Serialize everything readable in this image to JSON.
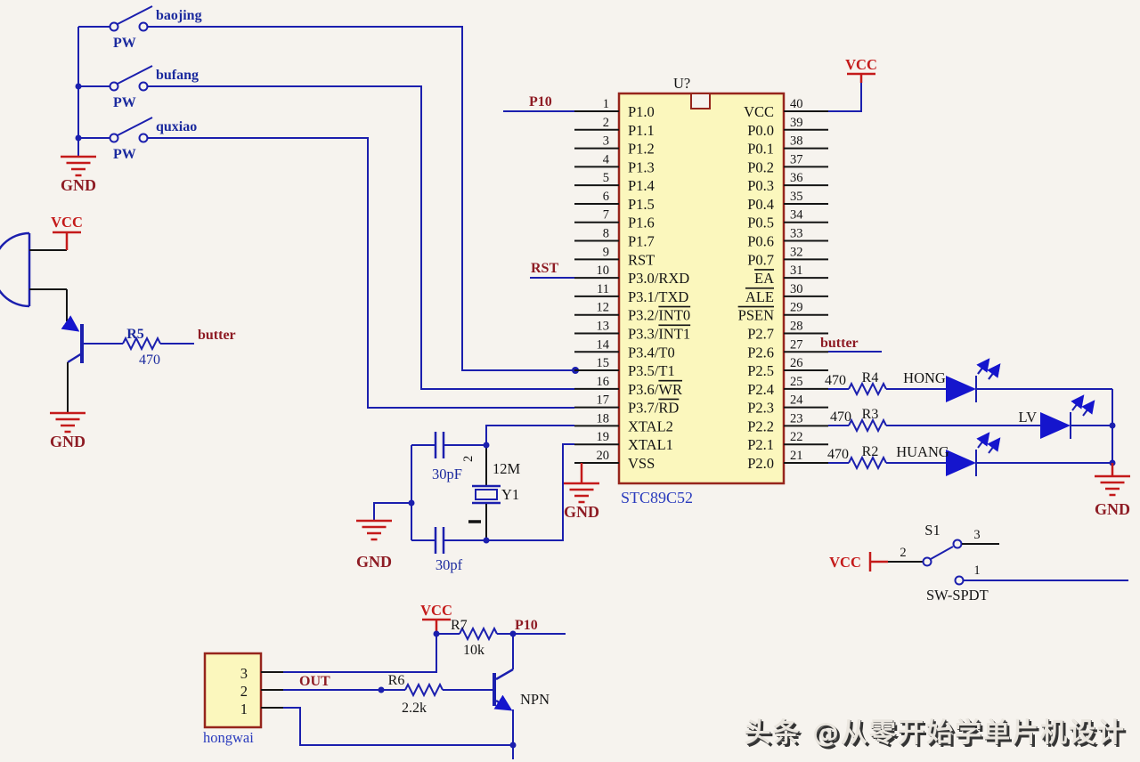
{
  "colors": {
    "wire": "#1b1fae",
    "component_body": "#fbf7bd",
    "body_border": "#96251c",
    "power_red": "#c41a1a",
    "net_label": "#8e1c24"
  },
  "ic": {
    "designator": "U?",
    "part_number": "STC89C52",
    "left_pins": [
      {
        "num": "1",
        "name": "P1.0"
      },
      {
        "num": "2",
        "name": "P1.1"
      },
      {
        "num": "3",
        "name": "P1.2"
      },
      {
        "num": "4",
        "name": "P1.3"
      },
      {
        "num": "5",
        "name": "P1.4"
      },
      {
        "num": "6",
        "name": "P1.5"
      },
      {
        "num": "7",
        "name": "P1.6"
      },
      {
        "num": "8",
        "name": "P1.7"
      },
      {
        "num": "9",
        "name": "RST"
      },
      {
        "num": "10",
        "name": "P3.0/RXD"
      },
      {
        "num": "11",
        "name": "P3.1/TXD"
      },
      {
        "num": "12",
        "name": "P3.2/",
        "ov": "INT0"
      },
      {
        "num": "13",
        "name": "P3.3/",
        "ov": "INT1"
      },
      {
        "num": "14",
        "name": "P3.4/T0"
      },
      {
        "num": "15",
        "name": "P3.5/T1"
      },
      {
        "num": "16",
        "name": "P3.6/",
        "ov": "WR"
      },
      {
        "num": "17",
        "name": "P3.7/",
        "ov": "RD"
      },
      {
        "num": "18",
        "name": "XTAL2"
      },
      {
        "num": "19",
        "name": "XTAL1"
      },
      {
        "num": "20",
        "name": "VSS"
      }
    ],
    "right_pins": [
      {
        "num": "40",
        "name": "VCC"
      },
      {
        "num": "39",
        "name": "P0.0"
      },
      {
        "num": "38",
        "name": "P0.1"
      },
      {
        "num": "37",
        "name": "P0.2"
      },
      {
        "num": "36",
        "name": "P0.3"
      },
      {
        "num": "35",
        "name": "P0.4"
      },
      {
        "num": "34",
        "name": "P0.5"
      },
      {
        "num": "33",
        "name": "P0.6"
      },
      {
        "num": "32",
        "name": "P0.7"
      },
      {
        "num": "31",
        "name": "",
        "ov": "EA"
      },
      {
        "num": "30",
        "name": "",
        "ov": "ALE"
      },
      {
        "num": "29",
        "name": "",
        "ov": "PSEN"
      },
      {
        "num": "28",
        "name": "P2.7"
      },
      {
        "num": "27",
        "name": "P2.6"
      },
      {
        "num": "26",
        "name": "P2.5"
      },
      {
        "num": "25",
        "name": "P2.4"
      },
      {
        "num": "24",
        "name": "P2.3"
      },
      {
        "num": "23",
        "name": "P2.2"
      },
      {
        "num": "22",
        "name": "P2.1"
      },
      {
        "num": "21",
        "name": "P2.0"
      }
    ]
  },
  "nets": {
    "p10": "P10",
    "rst": "RST",
    "butter": "butter",
    "out": "OUT"
  },
  "power": {
    "vcc": "VCC",
    "gnd": "GND"
  },
  "switch_bank": {
    "switches": [
      {
        "net": "baojing",
        "designator": "PW"
      },
      {
        "net": "bufang",
        "designator": "PW"
      },
      {
        "net": "quxiao",
        "designator": "PW"
      }
    ]
  },
  "buzzer_circuit": {
    "resistor": {
      "designator": "R5",
      "value": "470"
    }
  },
  "led_circuit": {
    "rows": [
      {
        "resistor": "R4",
        "value": "470",
        "led": "HONG"
      },
      {
        "resistor": "R3",
        "value": "470",
        "led": "LV"
      },
      {
        "resistor": "R2",
        "value": "470",
        "led": "HUANG"
      }
    ]
  },
  "crystal_circuit": {
    "designator": "Y1",
    "frequency": "12M",
    "pin2": "2",
    "cap_top": "30pF",
    "cap_bottom": "30pf"
  },
  "spdt_switch": {
    "designator": "S1",
    "part": "SW-SPDT",
    "pin2": "2",
    "pin3": "3",
    "pin1": "1"
  },
  "ir_circuit": {
    "connector": {
      "designator": "hongwai",
      "pin3": "3",
      "pin2": "2",
      "pin1": "1"
    },
    "r6": {
      "designator": "R6",
      "value": "2.2k"
    },
    "r7": {
      "designator": "R7",
      "value": "10k"
    },
    "transistor": "NPN"
  },
  "watermark": "头条 @从零开始学单片机设计"
}
